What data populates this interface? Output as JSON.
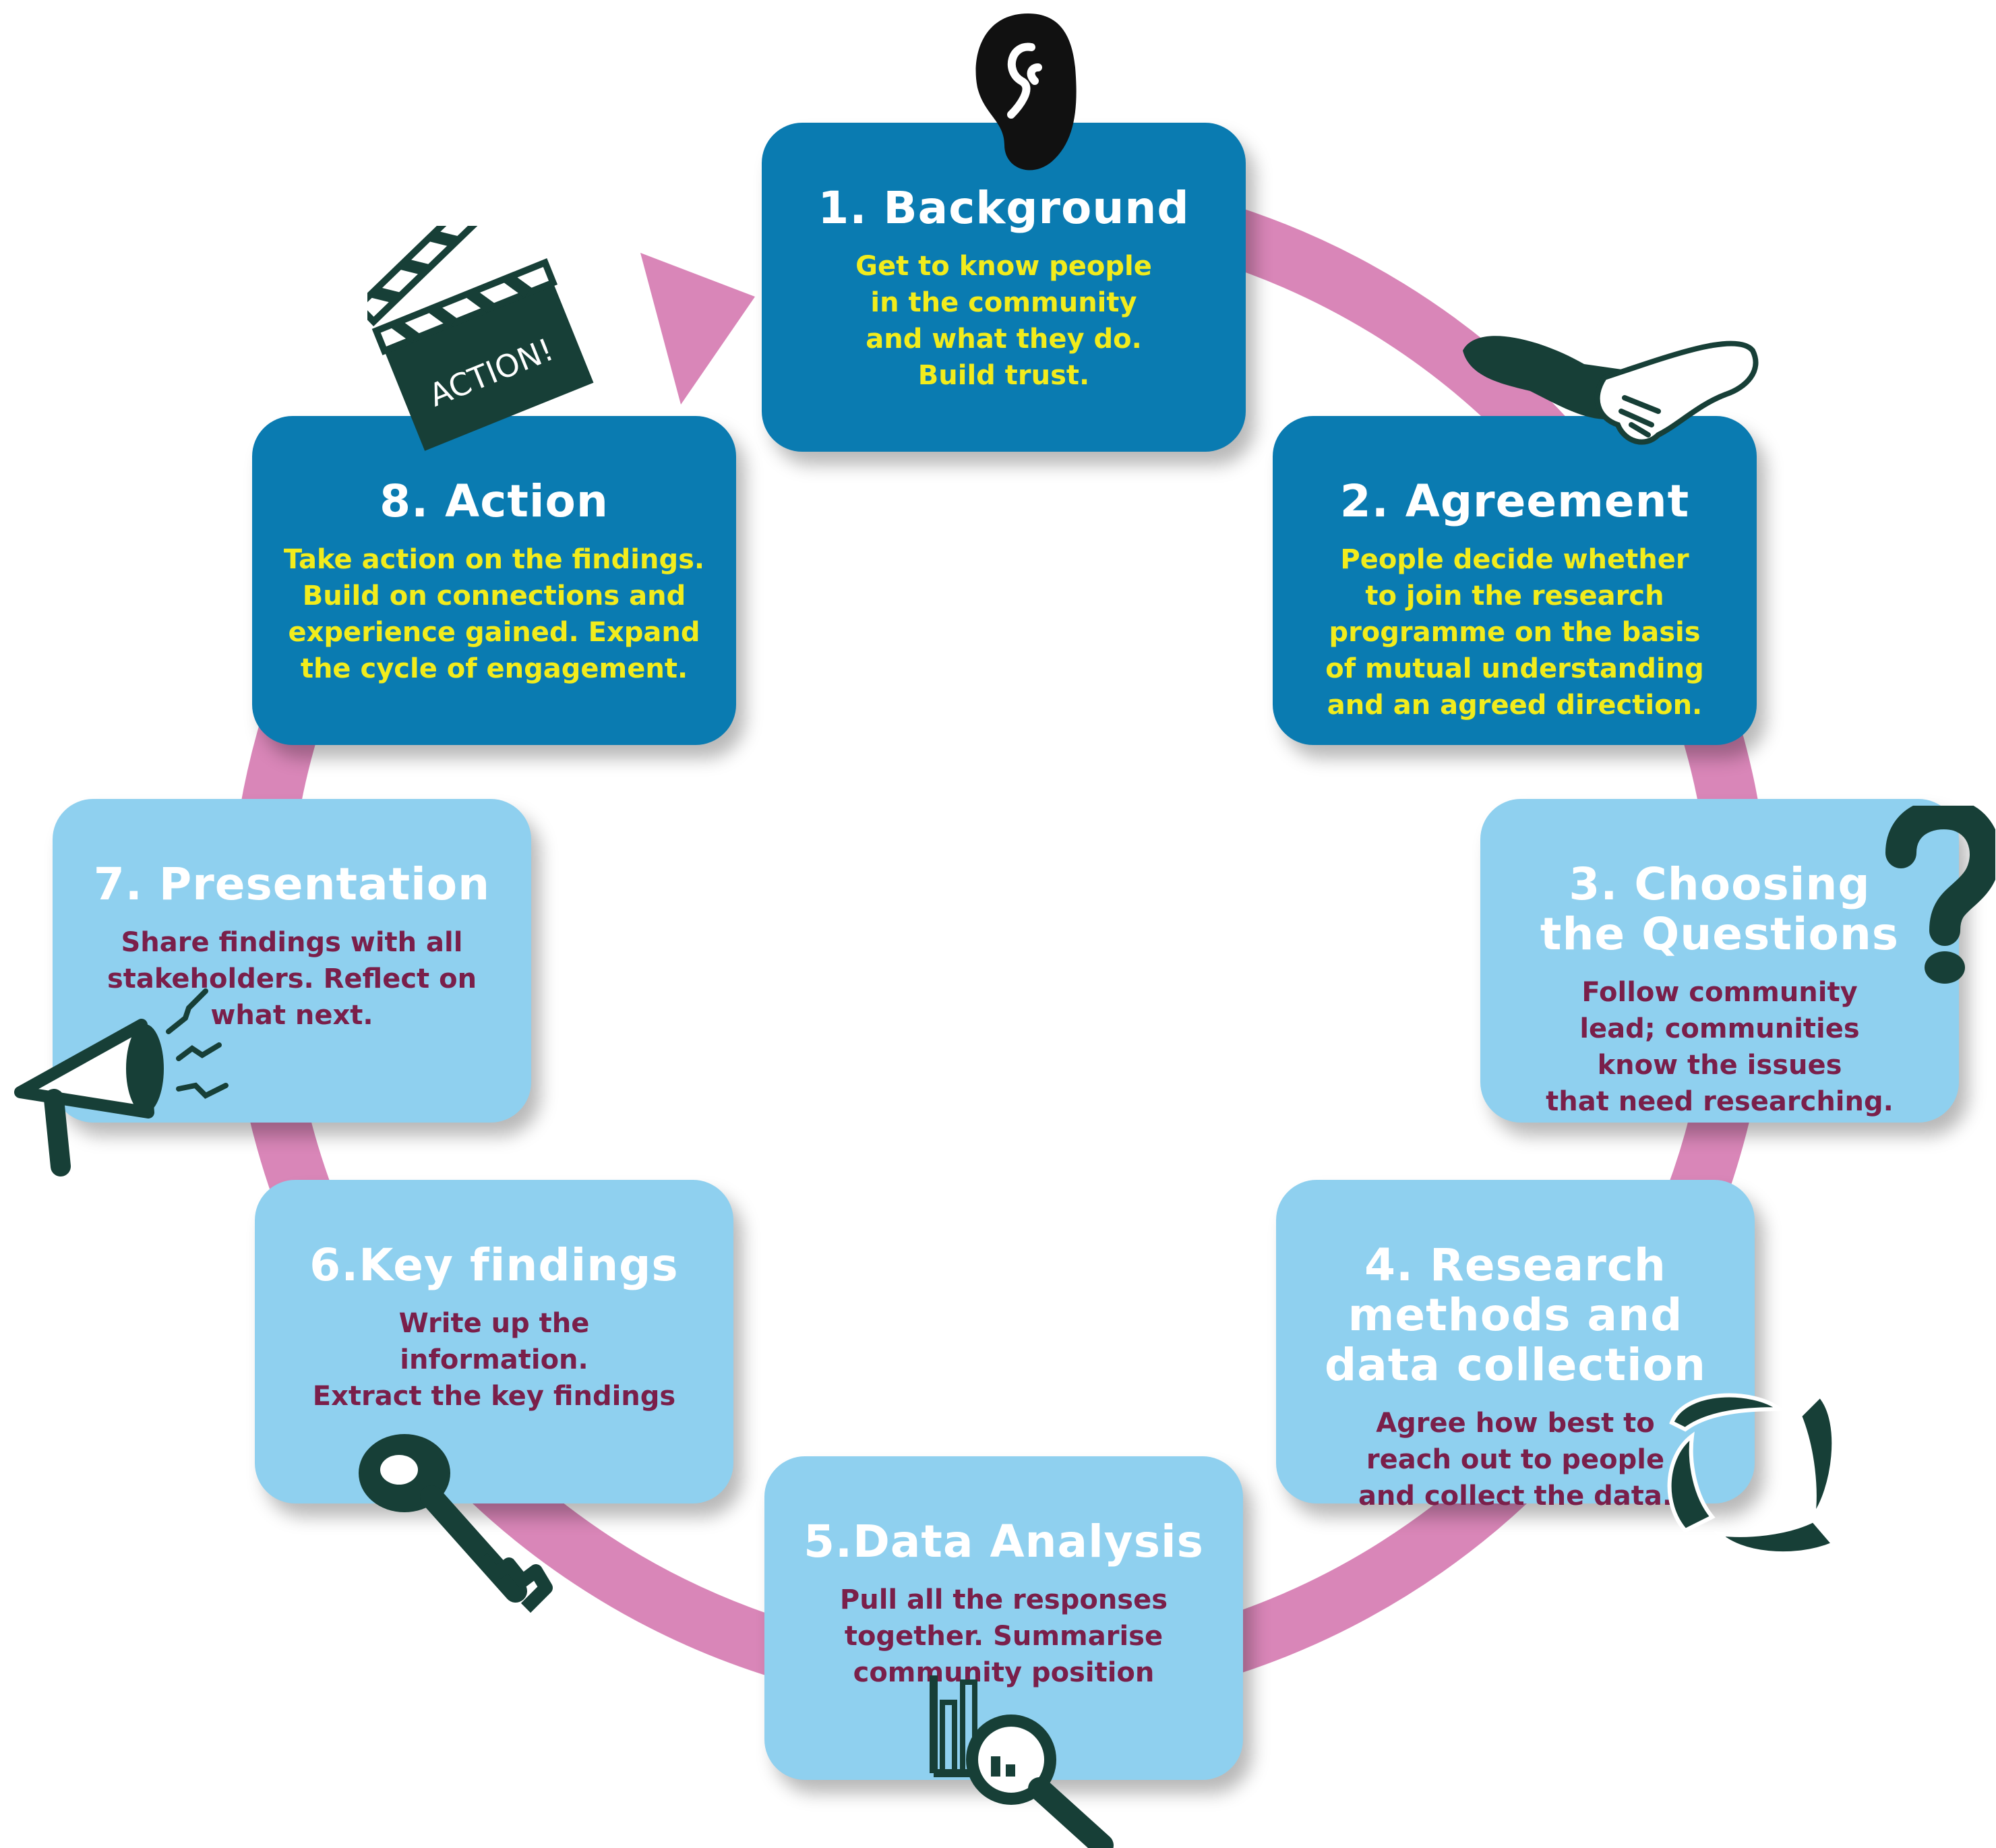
{
  "colors": {
    "ring": "#d986b8",
    "dark_card": "#0a7bb1",
    "light_card": "#8fd0ef",
    "dark_desc": "#f2ec1c",
    "light_desc": "#7a1f4a",
    "icon": "#173f37"
  },
  "steps": [
    {
      "title": "1. Background",
      "desc": "Get to know people\nin the community\nand what they do.\nBuild trust.",
      "icon": "ear-icon"
    },
    {
      "title": "2. Agreement",
      "desc": "People decide whether\nto join the research\nprogramme on the basis\nof mutual understanding\nand an agreed direction.",
      "icon": "handshake-icon"
    },
    {
      "title": "3. Choosing\nthe Questions",
      "desc": "Follow community\nlead; communities\nknow the issues\nthat need researching.",
      "icon": "question-mark-icon"
    },
    {
      "title": "4. Research\nmethods and\ndata collection",
      "desc": "Agree how best to\nreach out to people\nand collect the data.",
      "icon": "hands-circle-icon"
    },
    {
      "title": "5.Data Analysis",
      "desc": "Pull all the responses\ntogether. Summarise\ncommunity position",
      "icon": "magnifier-chart-icon"
    },
    {
      "title": "6.Key findings",
      "desc": "Write up the\ninformation.\nExtract the key findings",
      "icon": "key-icon"
    },
    {
      "title": "7. Presentation",
      "desc": "Share findings with all\nstakeholders. Reflect on\nwhat next.",
      "icon": "megaphone-icon"
    },
    {
      "title": "8. Action",
      "desc": "Take action on the findings.\nBuild on connections and\nexperience gained. Expand\nthe cycle of engagement.",
      "icon": "clapperboard-icon"
    }
  ],
  "clapperboard_text": "ACTION!"
}
